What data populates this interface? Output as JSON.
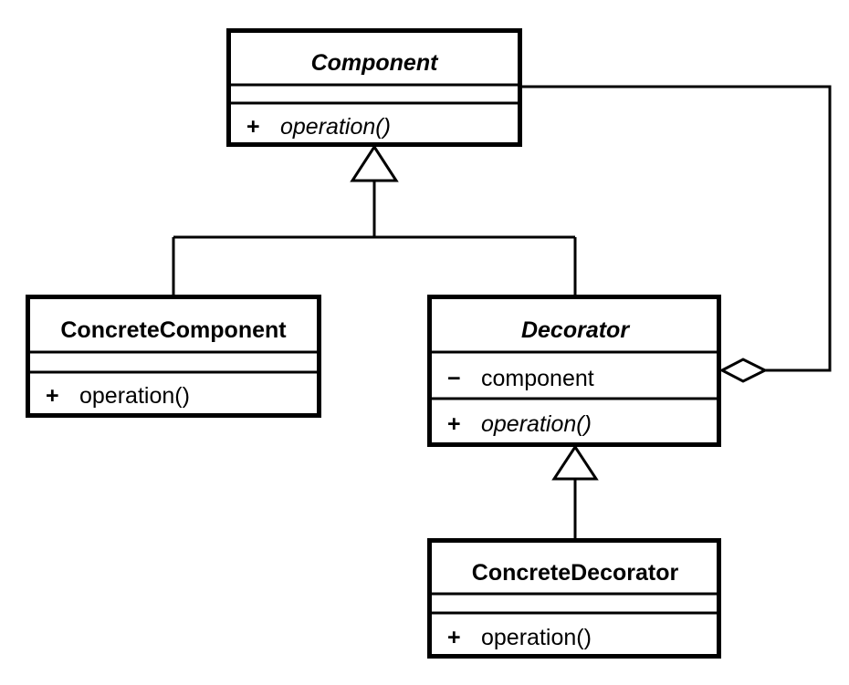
{
  "diagram": {
    "kind": "uml-class-diagram",
    "pattern_name": "Decorator",
    "background_color": "#ffffff",
    "line_color": "#000000",
    "classes": [
      {
        "id": "component",
        "name": "Component",
        "abstract": true,
        "attributes": [],
        "operations": [
          {
            "visibility": "+",
            "signature": "operation()",
            "abstract": true
          }
        ]
      },
      {
        "id": "concrete-component",
        "name": "ConcreteComponent",
        "abstract": false,
        "attributes": [],
        "operations": [
          {
            "visibility": "+",
            "signature": "operation()",
            "abstract": false
          }
        ]
      },
      {
        "id": "decorator",
        "name": "Decorator",
        "abstract": true,
        "attributes": [
          {
            "visibility": "−",
            "name": "component"
          }
        ],
        "operations": [
          {
            "visibility": "+",
            "signature": "operation()",
            "abstract": true
          }
        ]
      },
      {
        "id": "concrete-decorator",
        "name": "ConcreteDecorator",
        "abstract": false,
        "attributes": [],
        "operations": [
          {
            "visibility": "+",
            "signature": "operation()",
            "abstract": false
          }
        ]
      }
    ],
    "relationships": [
      {
        "id": "gen-concrete-component",
        "type": "generalization",
        "from": "ConcreteComponent",
        "to": "Component",
        "marker": "hollow-triangle"
      },
      {
        "id": "gen-decorator",
        "type": "generalization",
        "from": "Decorator",
        "to": "Component",
        "marker": "hollow-triangle"
      },
      {
        "id": "gen-concrete-decorator",
        "type": "generalization",
        "from": "ConcreteDecorator",
        "to": "Decorator",
        "marker": "hollow-triangle"
      },
      {
        "id": "agg-decorator-component",
        "type": "aggregation",
        "from": "Decorator",
        "to": "Component",
        "marker": "hollow-diamond"
      }
    ]
  }
}
